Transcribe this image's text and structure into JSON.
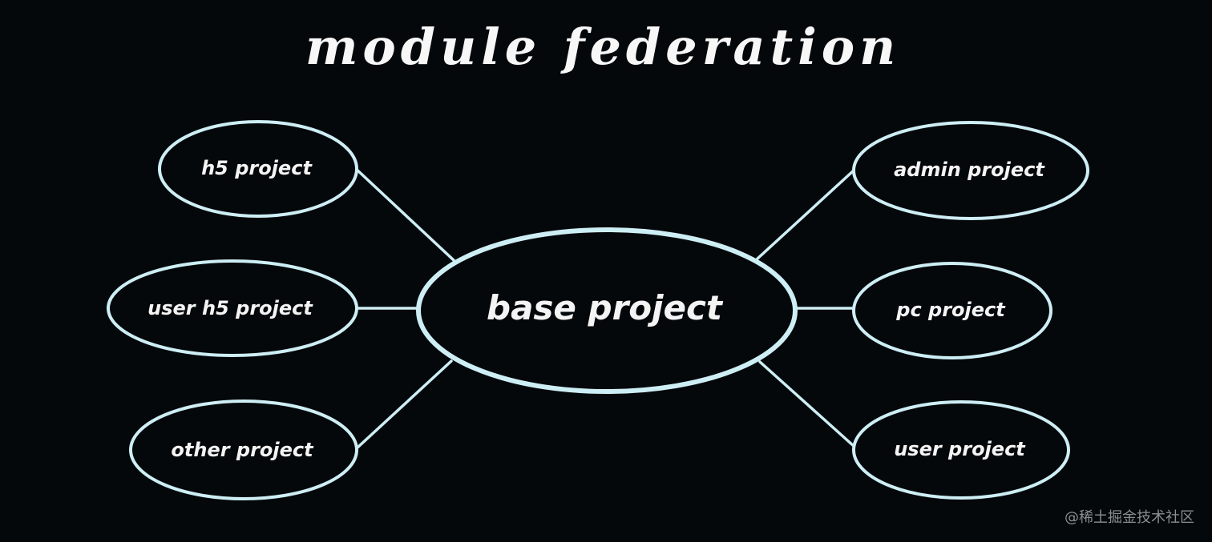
{
  "diagram": {
    "title": "module federation",
    "center": {
      "label": "base project"
    },
    "nodes": [
      {
        "id": "h5",
        "label": "h5 project"
      },
      {
        "id": "user-h5",
        "label": "user h5 project"
      },
      {
        "id": "other",
        "label": "other project"
      },
      {
        "id": "admin",
        "label": "admin project"
      },
      {
        "id": "pc",
        "label": "pc project"
      },
      {
        "id": "user",
        "label": "user project"
      }
    ],
    "edges": [
      {
        "from": "base",
        "to": "h5"
      },
      {
        "from": "base",
        "to": "user-h5"
      },
      {
        "from": "base",
        "to": "other"
      },
      {
        "from": "base",
        "to": "admin"
      },
      {
        "from": "base",
        "to": "pc"
      },
      {
        "from": "base",
        "to": "user"
      }
    ]
  },
  "colors": {
    "background": "#05080b",
    "stroke": "#cdeef4",
    "text": "#f4f4f4"
  },
  "watermark": "@稀土掘金技术社区"
}
